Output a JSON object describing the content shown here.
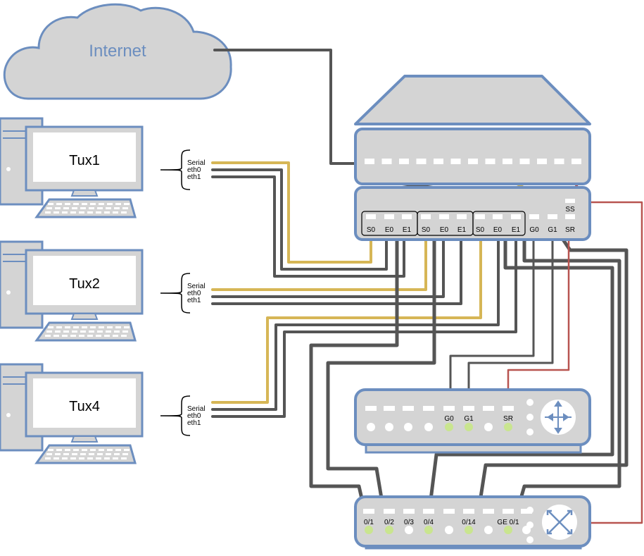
{
  "internet": {
    "label": "Internet"
  },
  "hosts": [
    {
      "name": "Tux1",
      "interfaces": [
        "Serial",
        "eth0",
        "eth1"
      ]
    },
    {
      "name": "Tux2",
      "interfaces": [
        "Serial",
        "eth0",
        "eth1"
      ]
    },
    {
      "name": "Tux4",
      "interfaces": [
        "Serial",
        "eth0",
        "eth1"
      ]
    }
  ],
  "rack_ports": [
    "S0",
    "E0",
    "E1",
    "S0",
    "E0",
    "E1",
    "S0",
    "E0",
    "E1",
    "G0",
    "G1",
    "SR"
  ],
  "rack_ss": "SS",
  "router_ports": [
    "G0",
    "G1",
    "SR"
  ],
  "switch_ports": [
    "0/1",
    "0/2",
    "0/3",
    "0/4",
    "0/14",
    "GE 0/1"
  ],
  "colors": {
    "device_fill": "#d4d4d4",
    "device_stroke": "#6c8ebf",
    "cable_gray": "#555555",
    "cable_yellow": "#d6b656",
    "cable_red": "#b85450",
    "port_led": "#c9e58f",
    "internet_text": "#6c8ebf"
  },
  "icons": [
    "internet-cloud-icon",
    "desktop-computer-icon",
    "router-icon",
    "switch-icon"
  ]
}
